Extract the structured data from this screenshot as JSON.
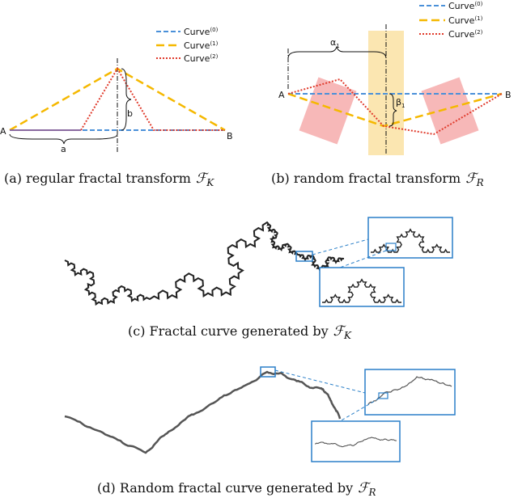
{
  "colors": {
    "curve0": "#4a90d9",
    "curve1": "#f5b800",
    "curve2": "#e03b2c",
    "zoom_box": "#2a7fc8",
    "fractal_k": "#222222",
    "fractal_r": "#555555",
    "pink_region": "#f4a0a0",
    "yellow_band": "#fbe3a8"
  },
  "panel_a": {
    "legend": [
      {
        "text": "Curve",
        "sup": "(0)"
      },
      {
        "text": "Curve",
        "sup": "(1)"
      },
      {
        "text": "Curve",
        "sup": "(2)"
      }
    ],
    "point_a": "A",
    "point_b": "B",
    "label_a": "a",
    "label_b": "b",
    "caption": {
      "prefix": "(a)  regular fractal transform",
      "symbol": "ℱ",
      "sub": "K"
    }
  },
  "panel_b": {
    "legend": [
      {
        "text": "Curve",
        "sup": "(0)"
      },
      {
        "text": "Curve",
        "sup": "(1)"
      },
      {
        "text": "Curve",
        "sup": "(2)"
      }
    ],
    "point_a": "A",
    "point_b": "B",
    "label_alpha": "α",
    "label_alpha_sub": "1",
    "label_beta": "β",
    "label_beta_sub": "1",
    "caption": {
      "prefix": "(b)  random fractal transform",
      "symbol": "ℱ",
      "sub": "R"
    }
  },
  "panel_c": {
    "caption": {
      "prefix": "(c)  Fractal curve generated by",
      "symbol": "ℱ",
      "sub": "K"
    }
  },
  "panel_d": {
    "caption": {
      "prefix": "(d)  Random fractal curve generated by",
      "symbol": "ℱ",
      "sub": "R"
    }
  }
}
